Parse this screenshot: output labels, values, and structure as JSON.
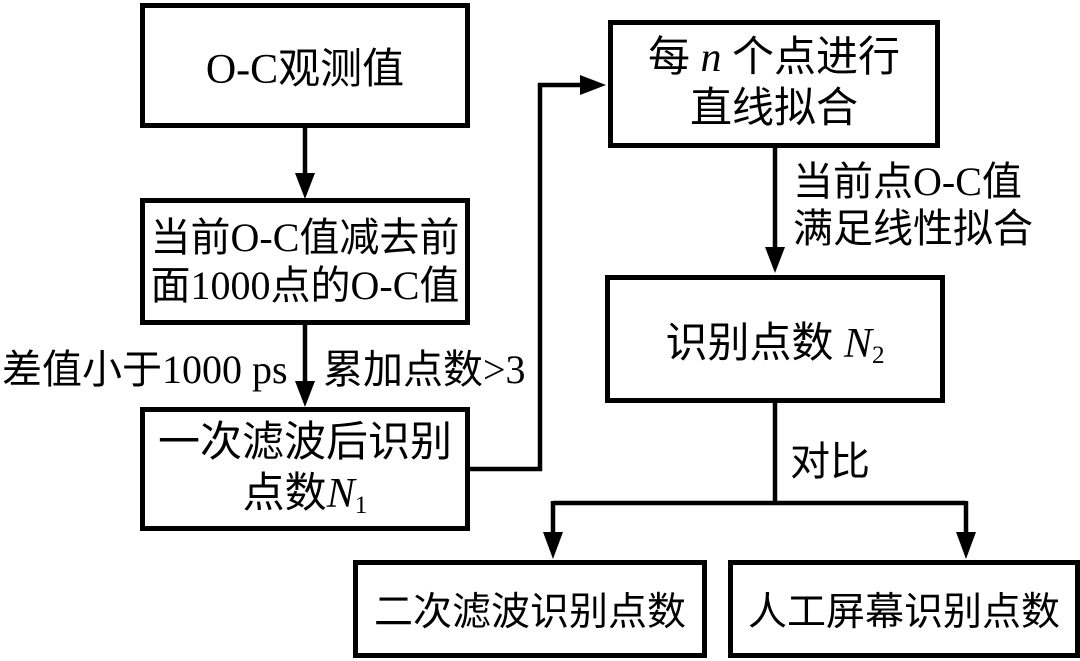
{
  "diagram": {
    "background": "#ffffff",
    "line_color": "#000000",
    "nodes": {
      "obs": {
        "label": "O-C观测值"
      },
      "subtract": {
        "line1": "当前O-C值减去前",
        "line2": "面1000点的O-C值"
      },
      "filter1": {
        "line1": "一次滤波后识别",
        "line2_text": "点数",
        "line2_var": "N",
        "line2_sub": "1"
      },
      "linefit": {
        "line1_pre": "每 ",
        "line1_var": "n",
        "line1_post": " 个点进行",
        "line2": "直线拟合"
      },
      "count2": {
        "text": "识别点数 ",
        "var": "N",
        "sub": "2"
      },
      "filter2": {
        "label": "二次滤波识别点数"
      },
      "manual": {
        "label": "人工屏幕识别点数"
      }
    },
    "edge_labels": {
      "diff": "差值小于1000 ps",
      "accum": "累加点数>3",
      "fit_line1": "当前点O-C值",
      "fit_line2": "满足线性拟合",
      "compare": "对比"
    }
  }
}
